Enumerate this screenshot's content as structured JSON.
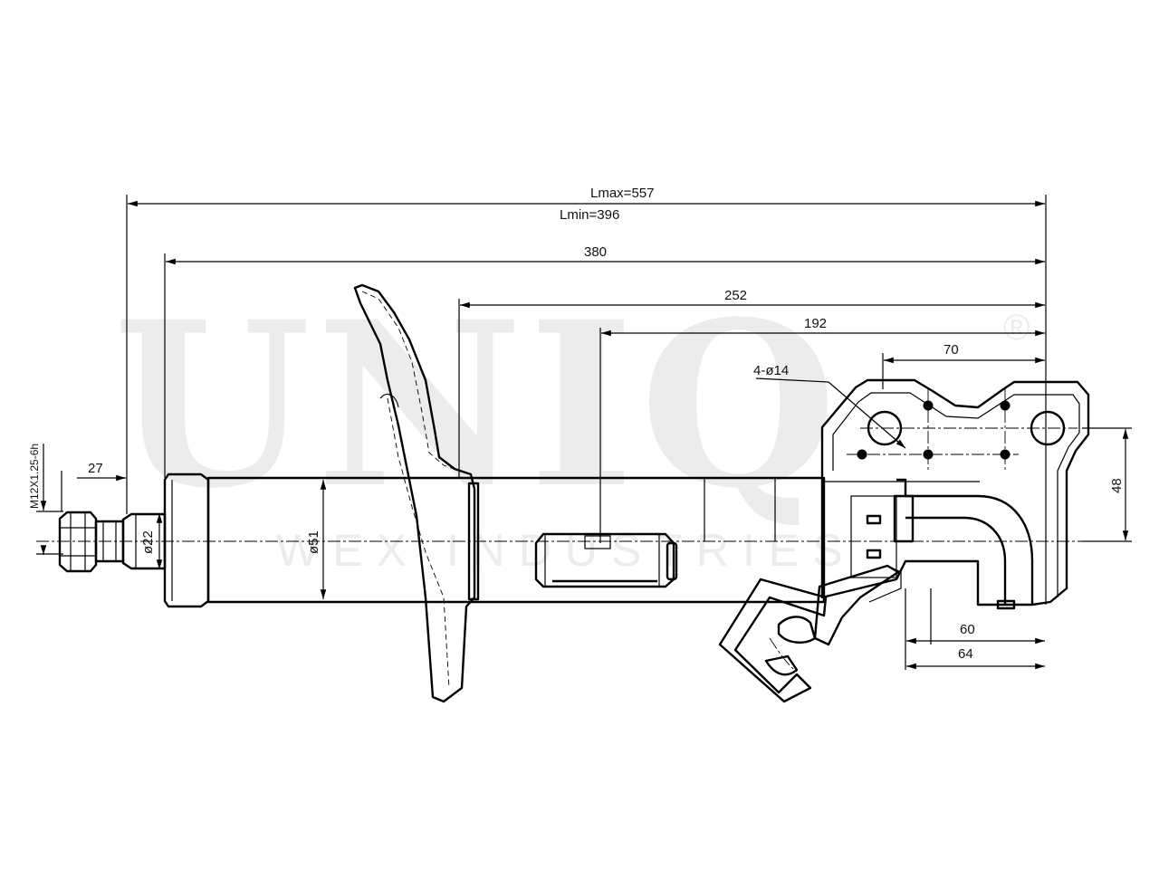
{
  "watermark": {
    "brand": "UNIQ",
    "registered": "®",
    "subtitle": "WEX INDUSTRIES"
  },
  "dimensions": {
    "lmax": "Lmax=557",
    "lmin": "Lmin=396",
    "overall_body": "380",
    "to_spring_seat": "252",
    "to_bracket_center": "192",
    "bracket_hole_spacing": "70",
    "bracket_holes": "4-ø14",
    "bracket_height": "48",
    "bracket_offset_a": "60",
    "bracket_offset_b": "64",
    "rod_length": "27",
    "rod_diameter": "ø22",
    "body_diameter": "ø51",
    "thread": "M12X1.25-6h"
  }
}
